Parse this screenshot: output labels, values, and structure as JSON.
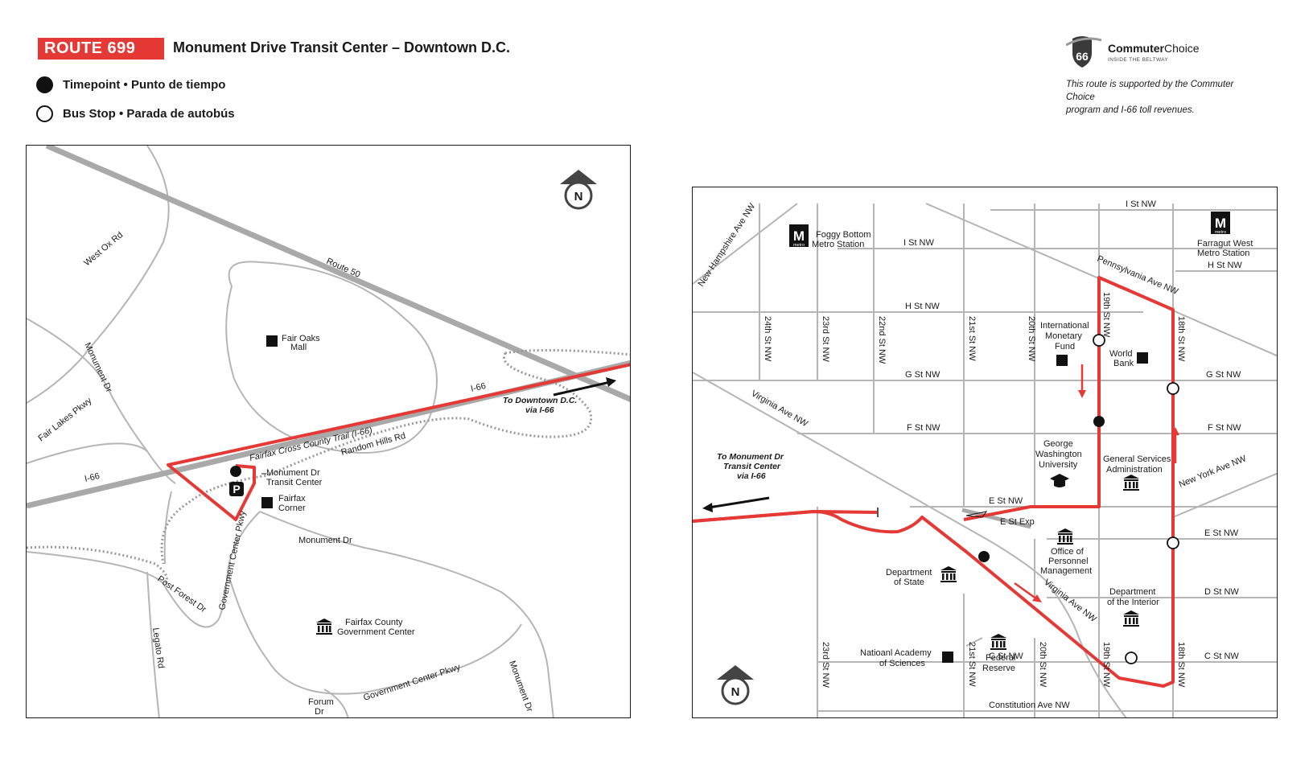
{
  "header": {
    "route_badge": "ROUTE  699",
    "title": "Monument Drive Transit Center – Downtown D.C."
  },
  "legend": {
    "timepoint": "Timepoint • Punto de tiempo",
    "bus_stop": "Bus Stop • Parada de autobús"
  },
  "branding": {
    "logo_number": "66",
    "logo_name_bold": "Commuter",
    "logo_name_light": "Choice",
    "logo_tagline": "INSIDE THE BELTWAY",
    "note_line1": "This route is supported by the Commuter Choice",
    "note_line2": "program and I-66 toll revenues."
  },
  "colors": {
    "route_red": "#e53935",
    "road_gray": "#b5b5b5",
    "highway_gray": "#a9a9a9",
    "text_dark": "#1a1a1a"
  },
  "left_map": {
    "north_label": "N",
    "route50": "Route 50",
    "i66_east": "I-66",
    "i66_west": "I-66",
    "to_dc_line1": "To Downtown D.C.",
    "to_dc_line2": "via I-66",
    "west_ox_rd": "West Ox Rd",
    "monument_dr_nw": "Monument Dr",
    "fair_lakes": "Fair Lakes Pkwy",
    "fair_oaks_1": "Fair Oaks",
    "fair_oaks_2": "Mall",
    "trail": "Fairfax Cross County Trail (I-66)",
    "random_hills": "Random Hills Rd",
    "transit_center_1": "Monument Dr",
    "transit_center_2": "Transit Center",
    "parking": "P",
    "fairfax_corner_1": "Fairfax",
    "fairfax_corner_2": "Corner",
    "monument_dr_s": "Monument Dr",
    "gov_center_pkwy_v": "Government Center Pkwy",
    "post_forest": "Post Forest Dr",
    "legato": "Legato Rd",
    "county_gov_1": "Fairfax County",
    "county_gov_2": "Government Center",
    "forum_1": "Forum",
    "forum_2": "Dr",
    "gov_center_pkwy_s": "Government Center Pkwy",
    "monument_dr_se": "Monument Dr"
  },
  "right_map": {
    "north_label": "N",
    "metro_letter": "M",
    "metro_word": "metro",
    "foggy_bottom_1": "Foggy Bottom",
    "foggy_bottom_2": "Metro Station",
    "farragut_1": "Farragut West",
    "farragut_2": "Metro Station",
    "i_st_top": "I St NW",
    "i_st_left": "I St NW",
    "h_st_right": "H St NW",
    "h_st_left": "H St NW",
    "g_st_left": "G St NW",
    "g_st_right": "G St NW",
    "f_st_left": "F St NW",
    "f_st_right": "F St NW",
    "e_st": "E St NW",
    "e_st_right": "E St NW",
    "e_st_exp": "E St Exp",
    "d_st": "D St NW",
    "c_st_left": "C St NW",
    "c_st_right": "C St NW",
    "constitution": "Constitution Ave NW",
    "new_hampshire": "New Hampshire Ave NW",
    "pennsylvania": "Pennsylvania Ave NW",
    "virginia_nw": "Virginia Ave NW",
    "virginia_se": "Virginia Ave NW",
    "new_york": "New York Ave NW",
    "st_24": "24th St NW",
    "st_23": "23rd St NW",
    "st_22": "22nd St NW",
    "st_21": "21st St NW",
    "st_20": "20th St NW",
    "st_19": "19th St NW",
    "st_18": "18th St NW",
    "st_23_s": "23rd St NW",
    "st_21_s": "21st St NW",
    "st_20_s": "20th St NW",
    "st_19_s": "19th St NW",
    "st_18_s": "18th St NW",
    "imf_1": "International",
    "imf_2": "Monetary",
    "imf_3": "Fund",
    "world_bank_1": "World",
    "world_bank_2": "Bank",
    "gwu_1": "George",
    "gwu_2": "Washington",
    "gwu_3": "University",
    "gsa_1": "General Services",
    "gsa_2": "Administration",
    "to_monument_1": "To Monument Dr",
    "to_monument_2": "Transit Center",
    "to_monument_3": "via I-66",
    "opm_1": "Office of",
    "opm_2": "Personnel",
    "opm_3": "Management",
    "state_1": "Department",
    "state_2": "of State",
    "interior_1": "Department",
    "interior_2": "of the Interior",
    "nas_1": "Natioanl Academy",
    "nas_2": "of Sciences",
    "fed_1": "Federal",
    "fed_2": "Reserve"
  }
}
